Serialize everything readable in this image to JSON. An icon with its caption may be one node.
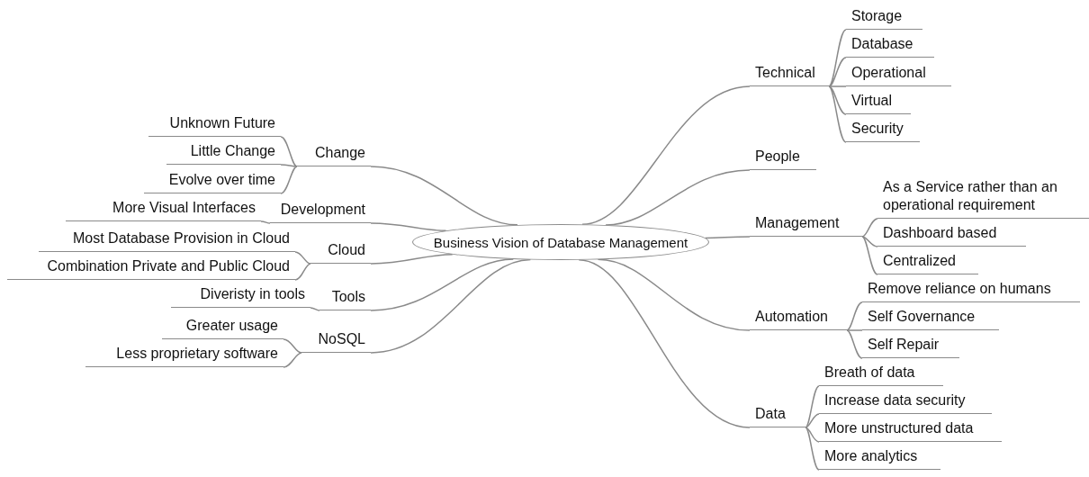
{
  "diagram": {
    "nodes": [
      {
        "text": [
          "Business Vision of Database Management"
        ]
      },
      {
        "text": [
          "Technical"
        ]
      },
      {
        "text": [
          "Storage"
        ]
      },
      {
        "text": [
          "Database"
        ]
      },
      {
        "text": [
          "Operational"
        ]
      },
      {
        "text": [
          "Virtual"
        ]
      },
      {
        "text": [
          "Security"
        ]
      },
      {
        "text": [
          "People"
        ]
      },
      {
        "text": [
          "Management"
        ]
      },
      {
        "text": [
          "As a Service rather than an operational requirement"
        ]
      },
      {
        "text": [
          "Dashboard based"
        ]
      },
      {
        "text": [
          "Centralized"
        ]
      },
      {
        "text": [
          "Automation"
        ]
      },
      {
        "text": [
          "Remove reliance on humans"
        ]
      },
      {
        "text": [
          "Self Governance"
        ]
      },
      {
        "text": [
          "Self Repair"
        ]
      },
      {
        "text": [
          "Data"
        ]
      },
      {
        "text": [
          "Breath of data"
        ]
      },
      {
        "text": [
          "Increase data security"
        ]
      },
      {
        "text": [
          "More unstructured data"
        ]
      },
      {
        "text": [
          "More analytics"
        ]
      },
      {
        "text": [
          "Change"
        ]
      },
      {
        "text": [
          "Unknown Future"
        ]
      },
      {
        "text": [
          "Little Change"
        ]
      },
      {
        "text": [
          "Evolve over time"
        ]
      },
      {
        "text": [
          "Development"
        ]
      },
      {
        "text": [
          "More Visual Interfaces"
        ]
      },
      {
        "text": [
          "Cloud"
        ]
      },
      {
        "text": [
          "Most Database Provision in Cloud"
        ]
      },
      {
        "text": [
          "Combination Private and Public Cloud"
        ]
      },
      {
        "text": [
          "Tools"
        ]
      },
      {
        "text": [
          "Diveristy in tools"
        ]
      },
      {
        "text": [
          "NoSQL"
        ]
      },
      {
        "text": [
          "Greater usage"
        ]
      },
      {
        "text": [
          "Less proprietary software"
        ]
      }
    ],
    "edges": [
      {
        "from": 0,
        "to": 1,
        "arrow": "none"
      },
      {
        "from": 1,
        "to": 2,
        "arrow": "none"
      },
      {
        "from": 1,
        "to": 3,
        "arrow": "none"
      },
      {
        "from": 1,
        "to": 4,
        "arrow": "none"
      },
      {
        "from": 1,
        "to": 5,
        "arrow": "none"
      },
      {
        "from": 1,
        "to": 6,
        "arrow": "none"
      },
      {
        "from": 0,
        "to": 7,
        "arrow": "none"
      },
      {
        "from": 0,
        "to": 8,
        "arrow": "none"
      },
      {
        "from": 8,
        "to": 9,
        "arrow": "none"
      },
      {
        "from": 8,
        "to": 10,
        "arrow": "none"
      },
      {
        "from": 8,
        "to": 11,
        "arrow": "none"
      },
      {
        "from": 0,
        "to": 12,
        "arrow": "none"
      },
      {
        "from": 12,
        "to": 13,
        "arrow": "none"
      },
      {
        "from": 12,
        "to": 14,
        "arrow": "none"
      },
      {
        "from": 12,
        "to": 15,
        "arrow": "none"
      },
      {
        "from": 0,
        "to": 16,
        "arrow": "none"
      },
      {
        "from": 16,
        "to": 17,
        "arrow": "none"
      },
      {
        "from": 16,
        "to": 18,
        "arrow": "none"
      },
      {
        "from": 16,
        "to": 19,
        "arrow": "none"
      },
      {
        "from": 16,
        "to": 20,
        "arrow": "none"
      },
      {
        "from": 0,
        "to": 21,
        "arrow": "none"
      },
      {
        "from": 21,
        "to": 22,
        "arrow": "none"
      },
      {
        "from": 21,
        "to": 23,
        "arrow": "none"
      },
      {
        "from": 21,
        "to": 24,
        "arrow": "none"
      },
      {
        "from": 0,
        "to": 25,
        "arrow": "none"
      },
      {
        "from": 25,
        "to": 26,
        "arrow": "none"
      },
      {
        "from": 0,
        "to": 27,
        "arrow": "none"
      },
      {
        "from": 27,
        "to": 28,
        "arrow": "none"
      },
      {
        "from": 27,
        "to": 29,
        "arrow": "none"
      },
      {
        "from": 0,
        "to": 30,
        "arrow": "none"
      },
      {
        "from": 30,
        "to": 31,
        "arrow": "none"
      },
      {
        "from": 0,
        "to": 32,
        "arrow": "none"
      },
      {
        "from": 32,
        "to": 33,
        "arrow": "none"
      },
      {
        "from": 32,
        "to": 34,
        "arrow": "none"
      }
    ]
  }
}
